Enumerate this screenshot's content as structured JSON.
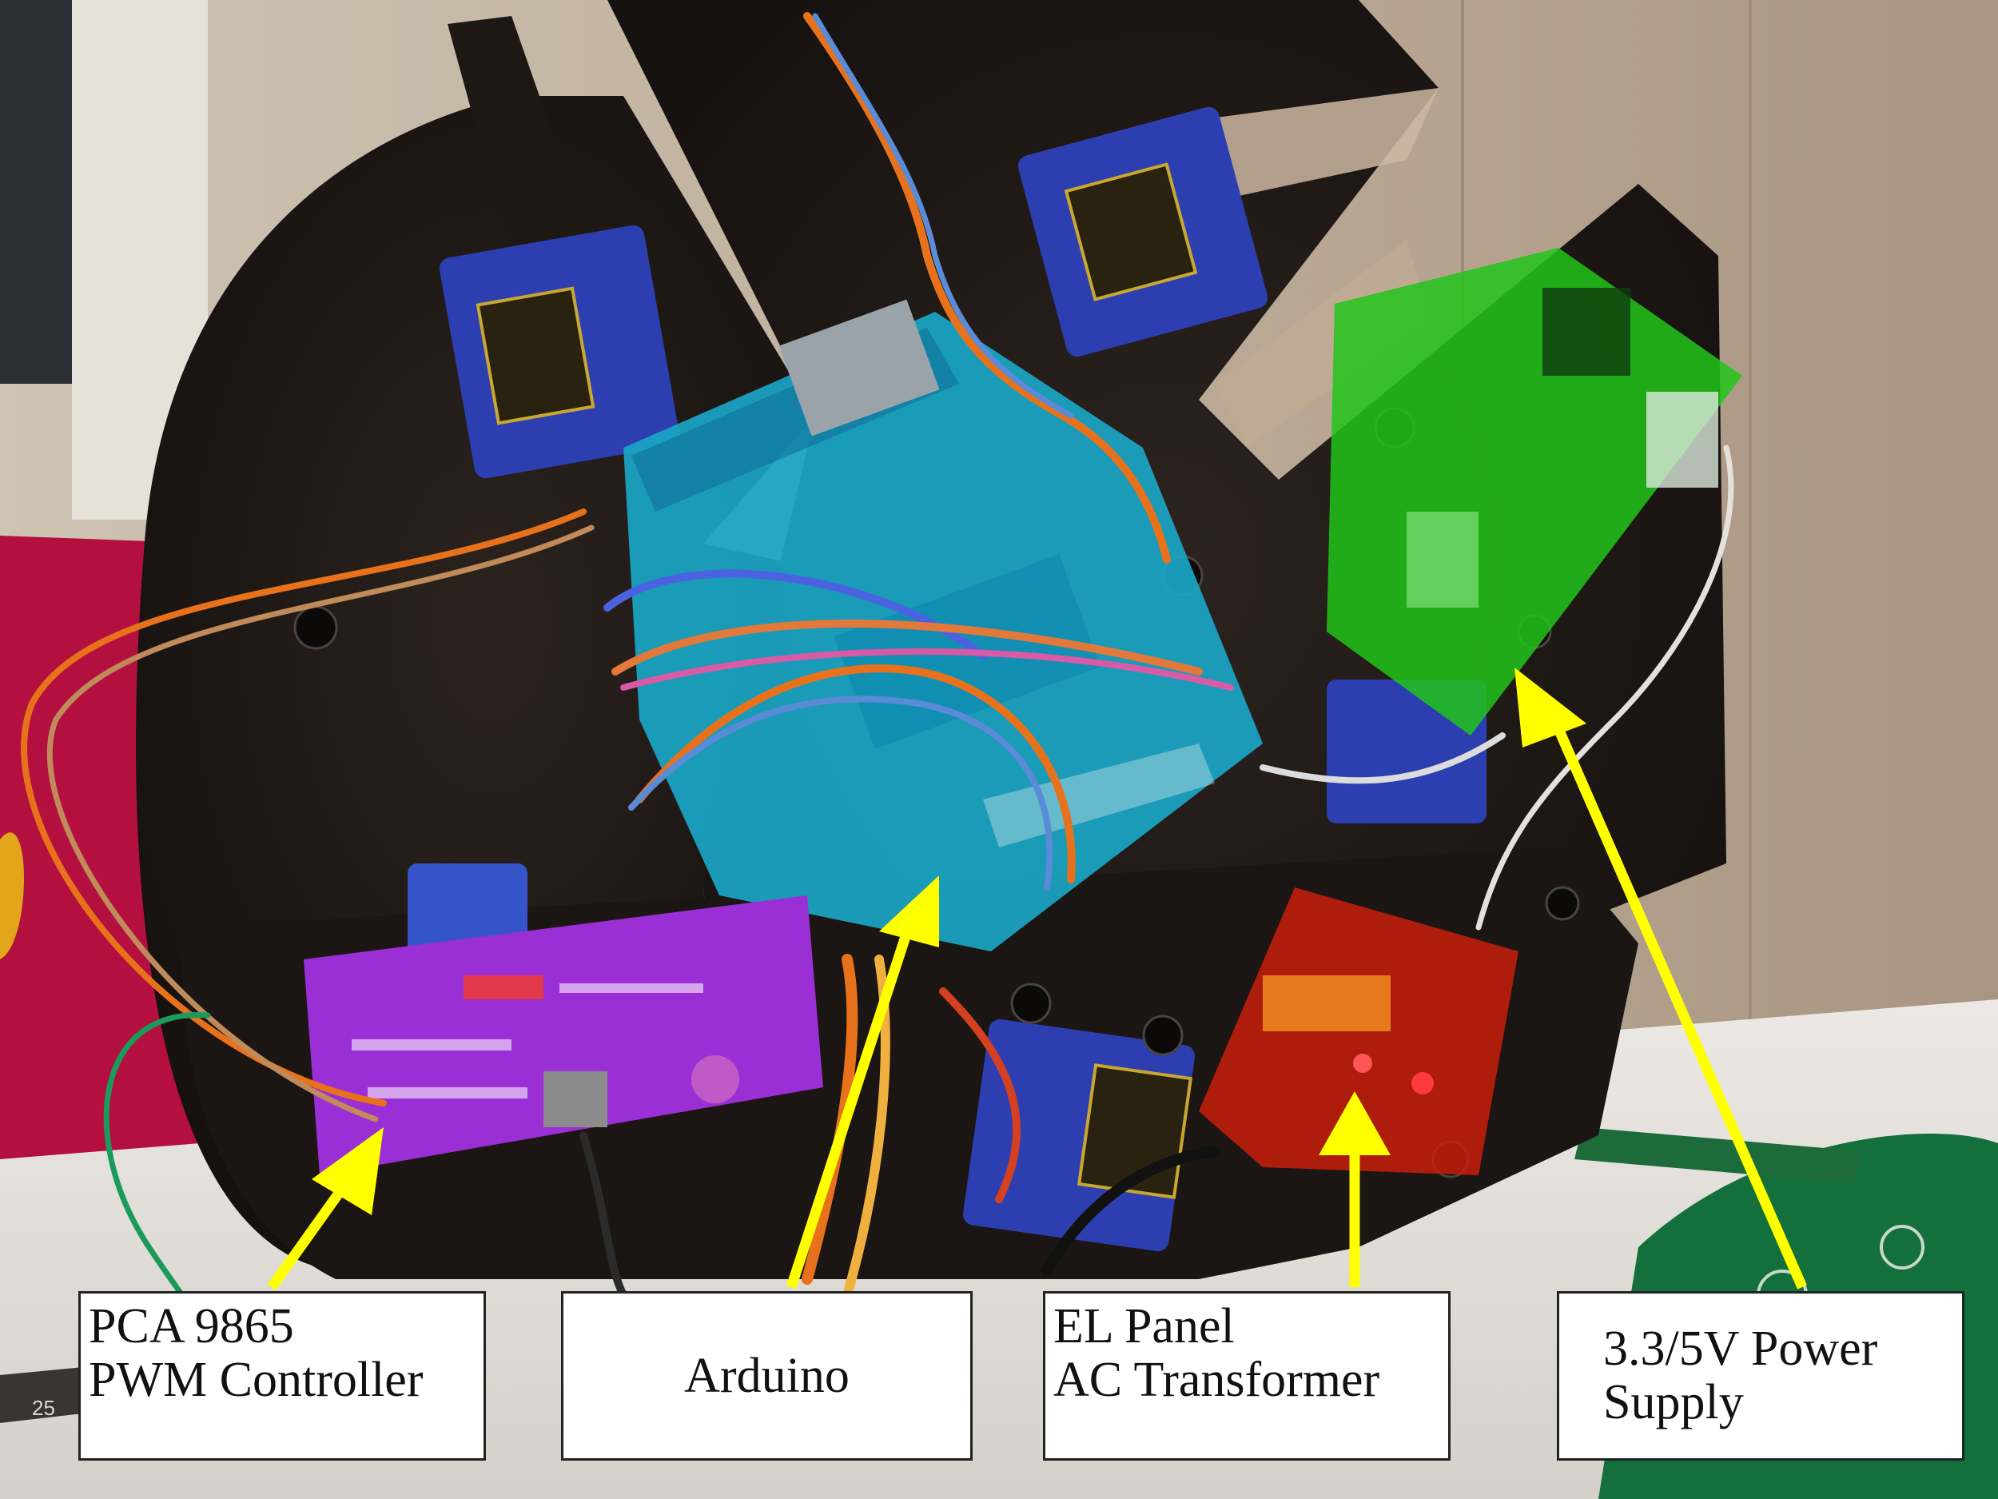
{
  "labels": {
    "pca": {
      "line1": "PCA 9865",
      "line2": "PWM Controller"
    },
    "arduino": {
      "line1": "Arduino"
    },
    "el": {
      "line1": "EL Panel",
      "line2": "AC Transformer"
    },
    "power": {
      "line1": "3.3/5V Power",
      "line2": "Supply"
    }
  },
  "ruler_mark": "25",
  "colors": {
    "arrow": "#ffff00",
    "highlight_power": "#22c41a",
    "highlight_el": "#c81e0a",
    "highlight_arduino": "#1ba8c8",
    "board_pca": "#9b2fd6",
    "wood": "#1d1714"
  }
}
